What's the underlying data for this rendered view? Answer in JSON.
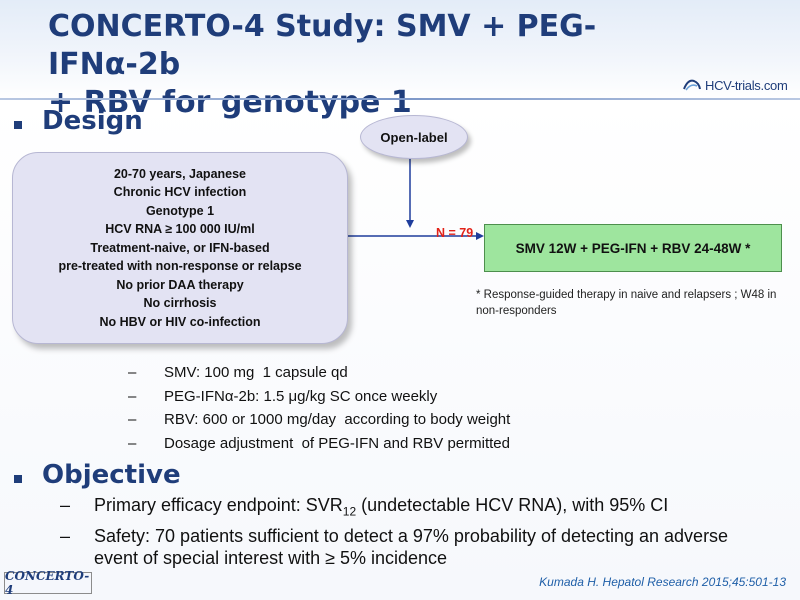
{
  "header": {
    "title_line1": "CONCERTO-4 Study: SMV + PEG-IFNα-2b",
    "title_line2": "+ RBV for genotype 1",
    "logo_text": "HCV-trials.com"
  },
  "design": {
    "heading": "Design",
    "criteria": [
      "20-70 years, Japanese",
      "Chronic HCV infection",
      "Genotype 1",
      "HCV RNA ≥ 100 000 IU/ml",
      "Treatment-naive, or IFN-based",
      "pre-treated with non-response or relapse",
      "No prior DAA therapy",
      "No cirrhosis",
      "No HBV or HIV co-infection"
    ],
    "open_label": "Open-label",
    "n_label": "N = 79",
    "regimen": "SMV 12W + PEG-IFN + RBV 24-48W *",
    "footnote": "* Response-guided therapy in naive and relapsers ; W48 in non-responders",
    "dosing": [
      "SMV: 100 mg  1 capsule qd",
      "PEG-IFNα-2b: 1.5 μg/kg SC once weekly",
      "RBV: 600 or 1000 mg/day  according to body weight",
      "Dosage adjustment  of PEG-IFN and RBV permitted"
    ]
  },
  "objective": {
    "heading": "Objective",
    "item1_pre": "Primary efficacy endpoint: SVR",
    "item1_sub": "12",
    "item1_post": " (undetectable HCV RNA), with 95% CI",
    "item2": "Safety: 70 patients sufficient to detect a 97% probability of detecting an adverse event of special interest with ≥ 5% incidence"
  },
  "footer": {
    "study_tag": "CONCERTO-4",
    "reference": "Kumada H. Hepatol Research 2015;45:501-13"
  },
  "colors": {
    "title": "#1f3d7a",
    "box_fill": "#e3e3f3",
    "regimen_fill": "#9ee59e",
    "n_label": "#e2231a",
    "reference": "#1f5fa8"
  }
}
